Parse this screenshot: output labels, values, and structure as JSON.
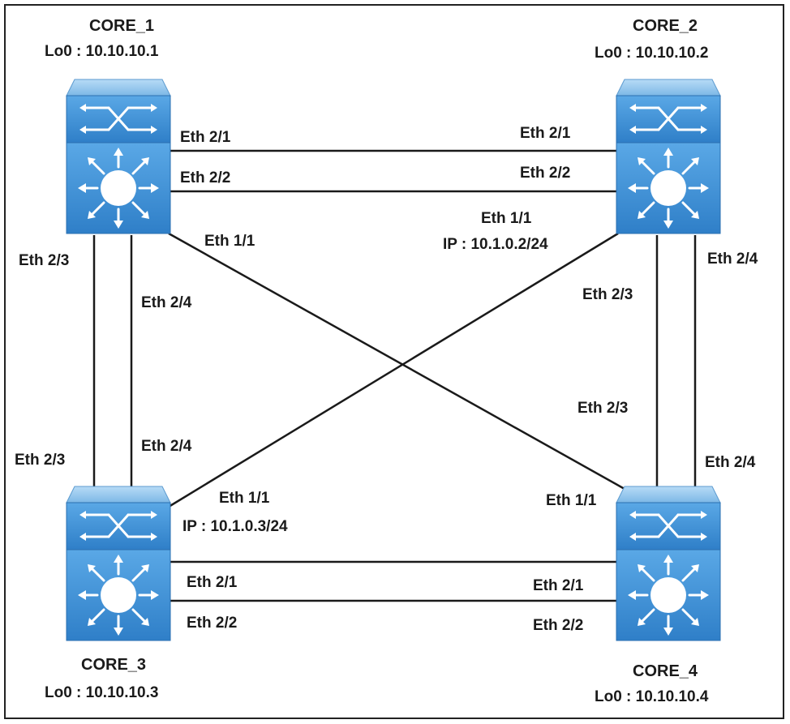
{
  "devices": {
    "core1": {
      "name": "CORE_1",
      "loopback": "Lo0 : 10.10.10.1"
    },
    "core2": {
      "name": "CORE_2",
      "loopback": "Lo0 : 10.10.10.2"
    },
    "core3": {
      "name": "CORE_3",
      "loopback": "Lo0 : 10.10.10.3"
    },
    "core4": {
      "name": "CORE_4",
      "loopback": "Lo0 : 10.10.10.4"
    }
  },
  "interfaces": {
    "c1_eth21": "Eth 2/1",
    "c1_eth22": "Eth 2/2",
    "c1_eth11": "Eth 1/1",
    "c1_eth23": "Eth 2/3",
    "c1_eth24": "Eth 2/4",
    "c2_eth21": "Eth 2/1",
    "c2_eth22": "Eth 2/2",
    "c2_eth11": "Eth 1/1",
    "c2_ip": "IP : 10.1.0.2/24",
    "c2_eth23": "Eth 2/3",
    "c2_eth24": "Eth 2/4",
    "c3_eth23": "Eth 2/3",
    "c3_eth24": "Eth 2/4",
    "c3_eth11": "Eth 1/1",
    "c3_ip": "IP : 10.1.0.3/24",
    "c3_eth21": "Eth 2/1",
    "c3_eth22": "Eth 2/2",
    "c4_eth23": "Eth 2/3",
    "c4_eth24": "Eth 2/4",
    "c4_eth11": "Eth 1/1",
    "c4_eth21": "Eth 2/1",
    "c4_eth22": "Eth 2/2"
  },
  "colors": {
    "switch_top": "#8fc3ea",
    "switch_body": "#3d8fd6",
    "switch_dark": "#2a6fb0",
    "link": "#1a1a1a"
  }
}
